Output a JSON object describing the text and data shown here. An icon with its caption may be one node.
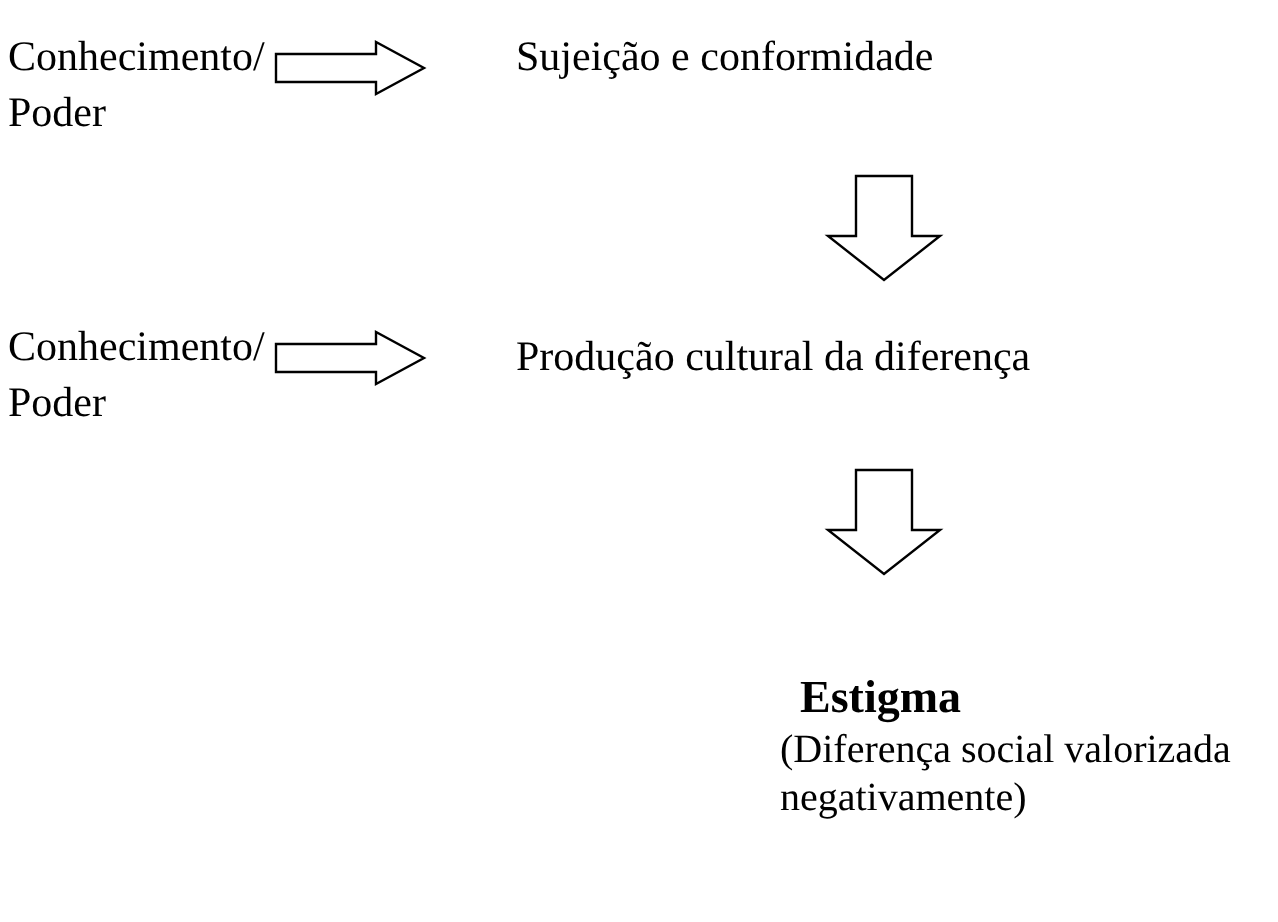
{
  "diagram": {
    "nodes": [
      {
        "text": [
          "Conhecimento/ Poder"
        ]
      },
      {
        "text": [
          "Sujeição e conformidade"
        ]
      },
      {
        "text": [
          "Conhecimento/ Poder"
        ]
      },
      {
        "text": [
          "Produção cultural da diferença"
        ]
      },
      {
        "text": [
          "Estigma",
          "(Diferença social valorizada negativamente)"
        ]
      }
    ],
    "edges": [
      {
        "from": 0,
        "to": 1,
        "arrow": "to"
      },
      {
        "from": 1,
        "to": 3,
        "arrow": "to"
      },
      {
        "from": 2,
        "to": 3,
        "arrow": "to"
      },
      {
        "from": 3,
        "to": 4,
        "arrow": "to"
      }
    ]
  }
}
